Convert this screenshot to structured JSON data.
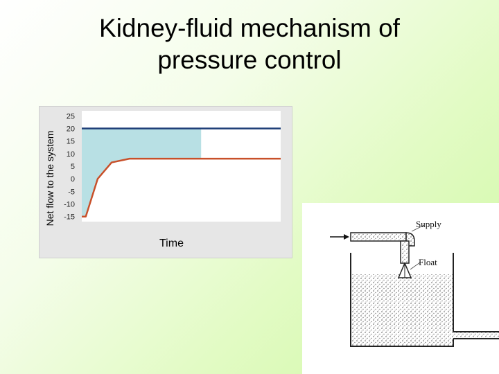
{
  "title": {
    "line1": "Kidney-fluid mechanism of",
    "line2": "pressure control"
  },
  "chart_data": {
    "type": "line",
    "ylabel": "Net flow to the system",
    "xlabel": "Time",
    "y_ticks": [
      "25",
      "20",
      "15",
      "10",
      "5",
      "0",
      "-5",
      "-10",
      "-15"
    ],
    "ylim": [
      -17,
      27
    ],
    "series": [
      {
        "color": "#1f3f78",
        "x": [
          0,
          1
        ],
        "y": [
          20,
          20
        ]
      },
      {
        "color": "#c8502a",
        "x": [
          0,
          0.02,
          0.08,
          0.15,
          0.24,
          0.35,
          1
        ],
        "y": [
          -15,
          -15,
          0,
          6.5,
          8,
          8,
          8
        ]
      }
    ],
    "shaded_region_color": "#b8e0e4",
    "grid": false
  },
  "diagram": {
    "labels": {
      "supply": "Supply",
      "float": "Float"
    }
  }
}
